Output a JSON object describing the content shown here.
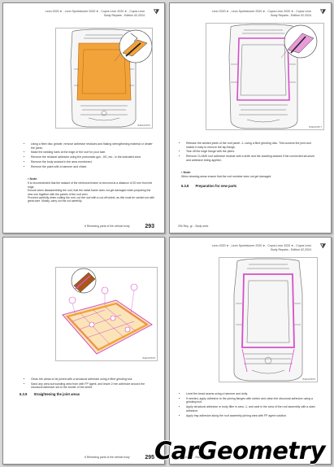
{
  "pages": [
    {
      "header_left": "Leon 2020 ➤ , Leon Sportstourer 2020 ➤ , Cupra Leon 2020 ➤ , Cupra Leon",
      "header_right": "Body Repairs - Edition 02.2024",
      "figure_id": "B3E015876",
      "bullets": [
        "Using a fibre disc grinder, remove adhesive residues and flaking strengthening material or dealer the joints.",
        "Make the welding hairs at the edge of the roof for your side.",
        "Remove the residual adhesive using the pneumatic gun, JIG, etc., in the indicated area.",
        "Remove the body sealant in the area mentioned.",
        "Remove the paint with a hammer and chisel."
      ],
      "note_title": "Note",
      "note_items": [
        "It is recommended that the sealant of the reinforced frame is removed at a distance of 20 mm from the edge.",
        "Ensure when disassembling the roof, that the metal frame does not get damaged when preparing the new one together with the panels of the roof arch.",
        "Proceed carefully when cutting the roof, cut the roof with a cut-off wheel, as this must be carried out with great care. Mostly, carry out the cut carefully."
      ],
      "footer": "6 Renewing parts of the vehicle body",
      "page_number": "293"
    },
    {
      "header_left": "Leon 2020 ➤ , Leon Sportstourer 2020 ➤ , Cupra Leon 2020 ➤ , Cupra Leon",
      "header_right": "Body Repairs - Edition 02.2024",
      "figure_id": "B3E015877",
      "bullets": [
        "Release the welded joints of the roof panel -1- using a fibre grinding disc. This loosens the joint and makes it easy to remove the lap flange.",
        "Tear off the edge flange with the pliers.",
        "Remove CLAMS roof adhesive residue with a knife and the cladding sealant if the connected structure and adhesive being applied."
      ],
      "note_title": "Note",
      "note_items": [
        "When cleaning areas ensure that the roof member does not get damaged."
      ],
      "section_number": "6.3.8",
      "section_title": "Preparation for new parts",
      "footer": "294 Rep. gr. - Body work",
      "page_number": ""
    },
    {
      "header_left": "",
      "header_right": "",
      "figure_id": "B3E015878",
      "bullets": [
        "Clean the areas to be joined with a structural adhesive using a fibre grinding tool.",
        "Sand any area surrounding area from with FP agent, and leave 2 mm adhesive around the structural adhesive set to the border of the sheet."
      ],
      "note_title": "",
      "note_items": [],
      "section_number": "6.3.9",
      "section_title": "Straightening the joint areas",
      "footer": "6 Renewing parts of the vehicle body",
      "page_number": "295"
    },
    {
      "header_left": "Leon 2020 ➤ , Leon Sportstourer 2020 ➤ , Cupra Leon 2020 ➤ , Cupra Leon",
      "header_right": "Body Repairs - Edition 02.2024",
      "figure_id": "B3E015879",
      "bullets": [
        "Level the bead seams using a hammer and dolly.",
        "If needed, apply adhesive to the joining flanges with rubber and clean the structural adhesive using a grinding tool.",
        "Apply structural adhesive or body filler in area -1- and seal in the area of the roof assembly with a stain adhesive.",
        "Apply tray adhesive along the roof assembly joining area with FP agent solution."
      ],
      "note_title": "",
      "note_items": [],
      "footer": "296 Rep. gr. - Body work",
      "page_number": ""
    }
  ],
  "watermark": "CarGeometry",
  "colors": {
    "repair_area_orange": "#f2a33a",
    "highlight_magenta": "#d64fc8",
    "brand_text": "#000000"
  }
}
